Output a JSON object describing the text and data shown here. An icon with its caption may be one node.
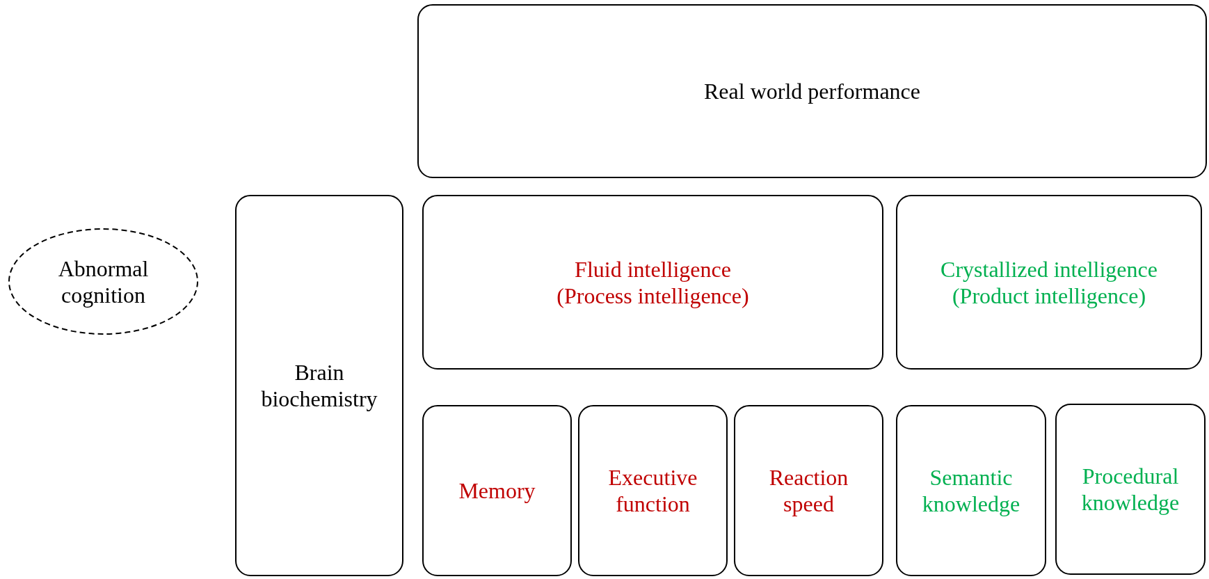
{
  "diagram": {
    "nodes": [
      {
        "text": [
          "Real world performance"
        ]
      },
      {
        "text": [
          "Abnormal cognition"
        ]
      },
      {
        "text": [
          "Brain biochemistry"
        ]
      },
      {
        "text": [
          "Fluid intelligence",
          "(Process intelligence)"
        ]
      },
      {
        "text": [
          "Crystallized intelligence",
          "(Product intelligence)"
        ]
      },
      {
        "text": [
          "Memory"
        ]
      },
      {
        "text": [
          "Executive function"
        ]
      },
      {
        "text": [
          "Reaction speed"
        ]
      },
      {
        "text": [
          "Semantic knowledge"
        ]
      },
      {
        "text": [
          "Procedural knowledge"
        ]
      }
    ],
    "edges": []
  }
}
